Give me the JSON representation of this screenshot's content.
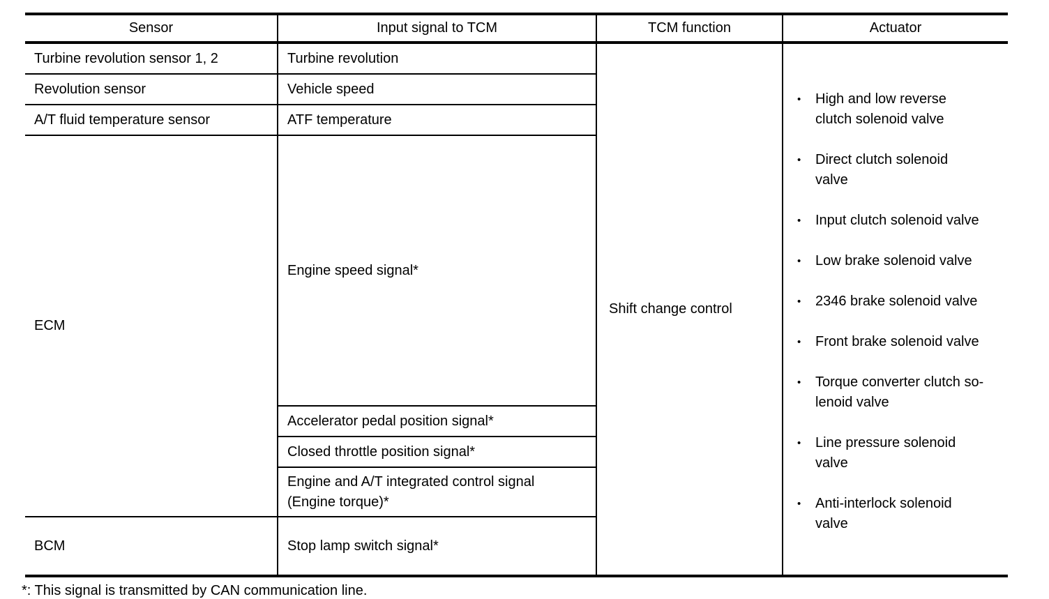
{
  "page": {
    "background": "#ffffff",
    "text_color": "#000000",
    "border_color": "#000000"
  },
  "table": {
    "headers": {
      "sensor": "Sensor",
      "input_signal": "Input signal to TCM",
      "tcm_function": "TCM function",
      "actuator": "Actuator"
    },
    "rows": [
      {
        "sensor": "Turbine revolution sensor 1, 2",
        "signal": "Turbine revolution"
      },
      {
        "sensor": "Revolution sensor",
        "signal": "Vehicle speed"
      },
      {
        "sensor": "A/T fluid temperature sensor",
        "signal": "ATF temperature"
      }
    ],
    "ecm": {
      "sensor": "ECM",
      "signals": [
        "Engine speed signal*",
        "Accelerator pedal position signal*",
        "Closed throttle position signal*",
        "Engine and A/T integrated control signal\n(Engine torque)*"
      ]
    },
    "bcm": {
      "sensor": "BCM",
      "signal": "Stop lamp switch signal*"
    },
    "tcm_function": "Shift change control",
    "bullet": "•",
    "actuators": [
      "High and low reverse\nclutch solenoid valve",
      "Direct clutch solenoid\nvalve",
      "Input clutch solenoid valve",
      "Low brake solenoid valve",
      "2346 brake solenoid valve",
      "Front brake solenoid valve",
      "Torque converter clutch so-\nlenoid valve",
      "Line pressure solenoid\nvalve",
      "Anti-interlock solenoid\nvalve"
    ]
  },
  "footnote": "*: This signal is transmitted by CAN communication line."
}
